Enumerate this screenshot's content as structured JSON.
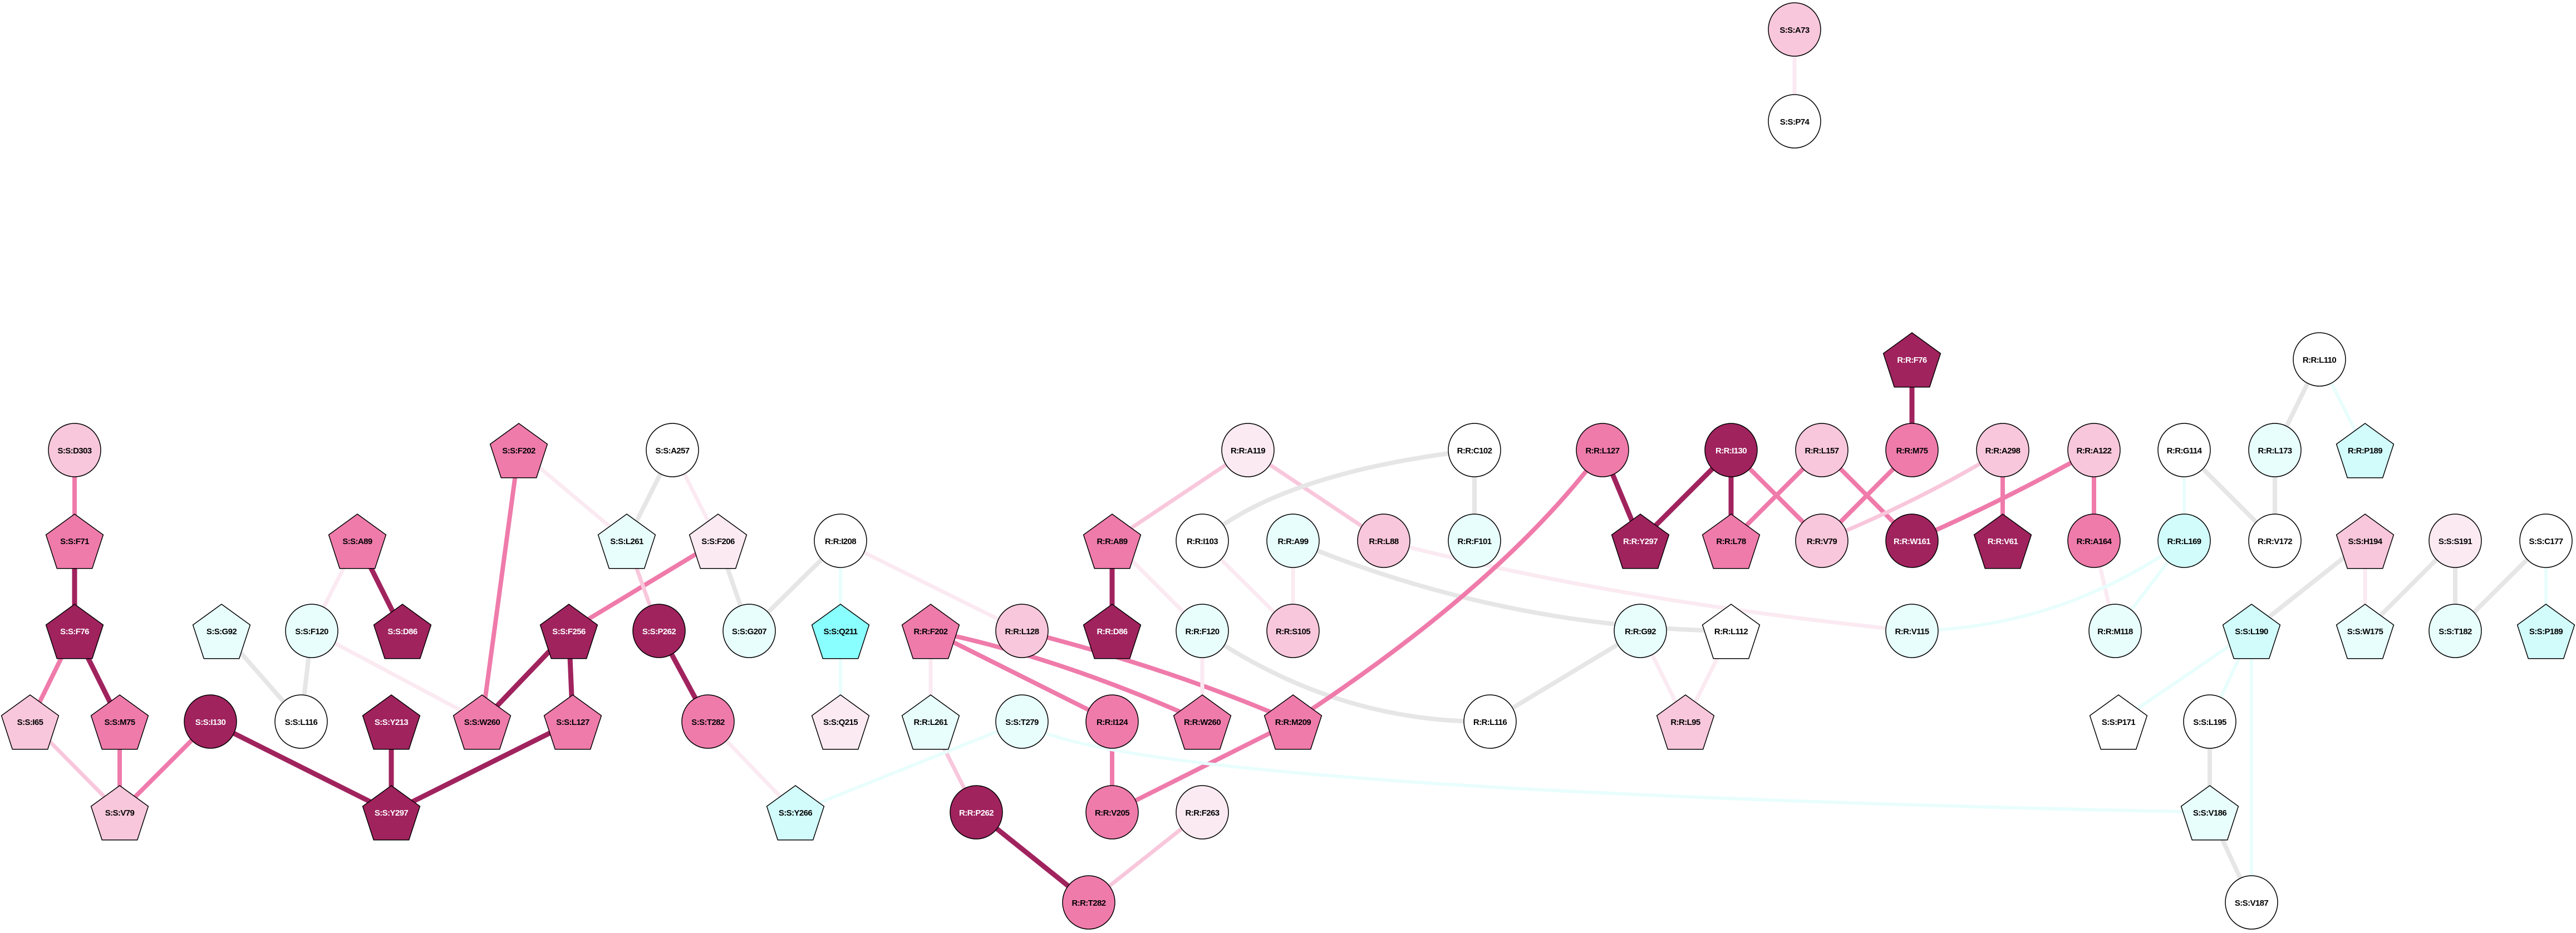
{
  "palette": {
    "dark": "#A0235E",
    "mid": "#EF7BAB",
    "light": "#F8C7DB",
    "vlight": "#FBEAF1",
    "white": "#FFFFFF",
    "lcyan": "#E8FEFD",
    "cyan": "#D2FCFC",
    "bcyan": "#8AFFFF",
    "grey": "#E6E6E6"
  },
  "nodes": [
    {
      "label": "S:S:A73",
      "shape": "circle",
      "fill": "light"
    },
    {
      "label": "S:S:P74",
      "shape": "circle",
      "fill": "white"
    },
    {
      "label": "S:S:D303",
      "shape": "circle",
      "fill": "light"
    },
    {
      "label": "S:S:F71",
      "shape": "pentagon",
      "fill": "mid"
    },
    {
      "label": "S:S:F76",
      "shape": "pentagon",
      "fill": "dark"
    },
    {
      "label": "S:S:I65",
      "shape": "pentagon",
      "fill": "light"
    },
    {
      "label": "S:S:M75",
      "shape": "pentagon",
      "fill": "mid"
    },
    {
      "label": "S:S:V79",
      "shape": "pentagon",
      "fill": "light"
    },
    {
      "label": "S:S:I130",
      "shape": "circle",
      "fill": "dark"
    },
    {
      "label": "S:S:Y297",
      "shape": "pentagon",
      "fill": "dark"
    },
    {
      "label": "S:S:Y213",
      "shape": "pentagon",
      "fill": "dark"
    },
    {
      "label": "S:S:G92",
      "shape": "pentagon",
      "fill": "lcyan"
    },
    {
      "label": "S:S:F120",
      "shape": "circle",
      "fill": "lcyan"
    },
    {
      "label": "S:S:L116",
      "shape": "circle",
      "fill": "white"
    },
    {
      "label": "S:S:A89",
      "shape": "pentagon",
      "fill": "mid"
    },
    {
      "label": "S:S:D86",
      "shape": "pentagon",
      "fill": "dark"
    },
    {
      "label": "S:S:F202",
      "shape": "pentagon",
      "fill": "mid"
    },
    {
      "label": "S:S:W260",
      "shape": "pentagon",
      "fill": "mid"
    },
    {
      "label": "S:S:L261",
      "shape": "pentagon",
      "fill": "lcyan"
    },
    {
      "label": "S:S:A257",
      "shape": "circle",
      "fill": "white"
    },
    {
      "label": "S:S:F206",
      "shape": "pentagon",
      "fill": "vlight"
    },
    {
      "label": "S:S:F256",
      "shape": "pentagon",
      "fill": "dark"
    },
    {
      "label": "S:S:L127",
      "shape": "pentagon",
      "fill": "mid"
    },
    {
      "label": "S:S:P262",
      "shape": "circle",
      "fill": "dark"
    },
    {
      "label": "S:S:T282",
      "shape": "circle",
      "fill": "mid"
    },
    {
      "label": "S:S:G207",
      "shape": "circle",
      "fill": "lcyan"
    },
    {
      "label": "S:S:Q211",
      "shape": "pentagon",
      "fill": "bcyan"
    },
    {
      "label": "S:S:Q215",
      "shape": "pentagon",
      "fill": "vlight"
    },
    {
      "label": "S:S:T279",
      "shape": "circle",
      "fill": "lcyan"
    },
    {
      "label": "S:S:Y266",
      "shape": "pentagon",
      "fill": "cyan"
    },
    {
      "label": "S:S:H194",
      "shape": "pentagon",
      "fill": "light"
    },
    {
      "label": "S:S:S191",
      "shape": "circle",
      "fill": "vlight"
    },
    {
      "label": "S:S:C177",
      "shape": "circle",
      "fill": "white"
    },
    {
      "label": "S:S:W175",
      "shape": "pentagon",
      "fill": "lcyan"
    },
    {
      "label": "S:S:T182",
      "shape": "circle",
      "fill": "lcyan"
    },
    {
      "label": "S:S:P189",
      "shape": "pentagon",
      "fill": "cyan"
    },
    {
      "label": "S:S:L190",
      "shape": "pentagon",
      "fill": "cyan"
    },
    {
      "label": "S:S:P171",
      "shape": "pentagon",
      "fill": "white"
    },
    {
      "label": "S:S:L195",
      "shape": "circle",
      "fill": "white"
    },
    {
      "label": "S:S:V186",
      "shape": "pentagon",
      "fill": "lcyan"
    },
    {
      "label": "S:S:V187",
      "shape": "circle",
      "fill": "white"
    },
    {
      "label": "R:R:I208",
      "shape": "circle",
      "fill": "white"
    },
    {
      "label": "R:R:F202",
      "shape": "pentagon",
      "fill": "mid"
    },
    {
      "label": "R:R:L128",
      "shape": "circle",
      "fill": "light"
    },
    {
      "label": "R:R:A119",
      "shape": "circle",
      "fill": "vlight"
    },
    {
      "label": "R:R:A89",
      "shape": "pentagon",
      "fill": "mid"
    },
    {
      "label": "R:R:D86",
      "shape": "pentagon",
      "fill": "dark"
    },
    {
      "label": "R:R:I103",
      "shape": "circle",
      "fill": "white"
    },
    {
      "label": "R:R:A99",
      "shape": "circle",
      "fill": "lcyan"
    },
    {
      "label": "R:R:L88",
      "shape": "circle",
      "fill": "light"
    },
    {
      "label": "R:R:C102",
      "shape": "circle",
      "fill": "white"
    },
    {
      "label": "R:R:F101",
      "shape": "circle",
      "fill": "lcyan"
    },
    {
      "label": "R:R:L127",
      "shape": "circle",
      "fill": "mid"
    },
    {
      "label": "R:R:Y297",
      "shape": "pentagon",
      "fill": "dark"
    },
    {
      "label": "R:R:F120",
      "shape": "circle",
      "fill": "lcyan"
    },
    {
      "label": "R:R:S105",
      "shape": "circle",
      "fill": "light"
    },
    {
      "label": "R:R:G92",
      "shape": "circle",
      "fill": "lcyan"
    },
    {
      "label": "R:R:L261",
      "shape": "pentagon",
      "fill": "lcyan"
    },
    {
      "label": "R:R:I124",
      "shape": "circle",
      "fill": "mid"
    },
    {
      "label": "R:R:W260",
      "shape": "pentagon",
      "fill": "mid"
    },
    {
      "label": "R:R:M209",
      "shape": "pentagon",
      "fill": "mid"
    },
    {
      "label": "R:R:L116",
      "shape": "circle",
      "fill": "white"
    },
    {
      "label": "R:R:P262",
      "shape": "circle",
      "fill": "dark"
    },
    {
      "label": "R:R:V205",
      "shape": "circle",
      "fill": "mid"
    },
    {
      "label": "R:R:F263",
      "shape": "circle",
      "fill": "vlight"
    },
    {
      "label": "R:R:T282",
      "shape": "circle",
      "fill": "mid"
    },
    {
      "label": "R:R:F76",
      "shape": "pentagon",
      "fill": "dark"
    },
    {
      "label": "R:R:L110",
      "shape": "circle",
      "fill": "white"
    },
    {
      "label": "R:R:I130",
      "shape": "circle",
      "fill": "dark"
    },
    {
      "label": "R:R:L157",
      "shape": "circle",
      "fill": "light"
    },
    {
      "label": "R:R:M75",
      "shape": "circle",
      "fill": "mid"
    },
    {
      "label": "R:R:A298",
      "shape": "circle",
      "fill": "light"
    },
    {
      "label": "R:R:A122",
      "shape": "circle",
      "fill": "light"
    },
    {
      "label": "R:R:G114",
      "shape": "circle",
      "fill": "white"
    },
    {
      "label": "R:R:L173",
      "shape": "circle",
      "fill": "lcyan"
    },
    {
      "label": "R:R:P189",
      "shape": "pentagon",
      "fill": "cyan"
    },
    {
      "label": "R:R:L78",
      "shape": "pentagon",
      "fill": "mid"
    },
    {
      "label": "R:R:V79",
      "shape": "circle",
      "fill": "light"
    },
    {
      "label": "R:R:W161",
      "shape": "circle",
      "fill": "dark"
    },
    {
      "label": "R:R:V61",
      "shape": "pentagon",
      "fill": "dark"
    },
    {
      "label": "R:R:A164",
      "shape": "circle",
      "fill": "mid"
    },
    {
      "label": "R:R:L169",
      "shape": "circle",
      "fill": "cyan"
    },
    {
      "label": "R:R:V172",
      "shape": "circle",
      "fill": "white"
    },
    {
      "label": "R:R:L112",
      "shape": "pentagon",
      "fill": "white"
    },
    {
      "label": "R:R:V115",
      "shape": "circle",
      "fill": "lcyan"
    },
    {
      "label": "R:R:M118",
      "shape": "circle",
      "fill": "lcyan"
    },
    {
      "label": "R:R:L95",
      "shape": "pentagon",
      "fill": "light"
    }
  ],
  "edges": [
    [
      "S:S:A73",
      "S:S:P74",
      "vlight"
    ],
    [
      "S:S:D303",
      "S:S:F71",
      "mid"
    ],
    [
      "S:S:F71",
      "S:S:F76",
      "dark"
    ],
    [
      "S:S:F76",
      "S:S:I65",
      "mid"
    ],
    [
      "S:S:F76",
      "S:S:M75",
      "dark"
    ],
    [
      "S:S:I65",
      "S:S:V79",
      "light"
    ],
    [
      "S:S:M75",
      "S:S:V79",
      "mid"
    ],
    [
      "S:S:I130",
      "S:S:V79",
      "mid"
    ],
    [
      "S:S:I130",
      "S:S:Y297",
      "dark"
    ],
    [
      "S:S:Y213",
      "S:S:Y297",
      "dark"
    ],
    [
      "S:S:L127",
      "S:S:Y297",
      "dark"
    ],
    [
      "S:S:G92",
      "S:S:L116",
      "grey"
    ],
    [
      "S:S:F120",
      "S:S:L116",
      "grey"
    ],
    [
      "S:S:A89",
      "S:S:F120",
      "vlight"
    ],
    [
      "S:S:A89",
      "S:S:D86",
      "dark"
    ],
    [
      "S:S:F120",
      "S:S:W260",
      "vlight"
    ],
    [
      "S:S:F202",
      "S:S:W260",
      "mid"
    ],
    [
      "S:S:F202",
      "S:S:L261",
      "vlight"
    ],
    [
      "S:S:A257",
      "S:S:L261",
      "grey"
    ],
    [
      "S:S:A257",
      "S:S:F206",
      "vlight"
    ],
    [
      "S:S:F206",
      "S:S:F256",
      "mid"
    ],
    [
      "S:S:F206",
      "S:S:G207",
      "grey"
    ],
    [
      "S:S:L261",
      "S:S:P262",
      "light"
    ],
    [
      "S:S:F256",
      "S:S:W260",
      "dark"
    ],
    [
      "S:S:F256",
      "S:S:L127",
      "dark"
    ],
    [
      "S:S:P262",
      "S:S:T282",
      "dark"
    ],
    [
      "S:S:T282",
      "S:S:Y266",
      "vlight"
    ],
    [
      "S:S:G207",
      "R:R:I208",
      "grey"
    ],
    [
      "R:R:I208",
      "S:S:Q211",
      "lcyan"
    ],
    [
      "R:R:I208",
      "R:R:L128",
      "vlight"
    ],
    [
      "S:S:Q211",
      "S:S:Q215",
      "lcyan"
    ],
    [
      "R:R:F202",
      "R:R:L261",
      "vlight"
    ],
    [
      "R:R:F202",
      "R:R:I124",
      "mid"
    ],
    [
      "R:R:F202",
      "R:R:W260",
      "mid"
    ],
    [
      "R:R:L128",
      "R:R:M209",
      "mid"
    ],
    [
      "R:R:A119",
      "R:R:A89",
      "light"
    ],
    [
      "R:R:A119",
      "R:R:L88",
      "light"
    ],
    [
      "R:R:A89",
      "R:R:D86",
      "dark"
    ],
    [
      "R:R:A89",
      "R:R:F120",
      "vlight"
    ],
    [
      "R:R:C102",
      "R:R:I103",
      "grey"
    ],
    [
      "R:R:C102",
      "R:R:F101",
      "grey"
    ],
    [
      "R:R:I103",
      "R:R:S105",
      "vlight"
    ],
    [
      "R:R:A99",
      "R:R:S105",
      "vlight"
    ],
    [
      "R:R:A99",
      "R:R:L112",
      "grey"
    ],
    [
      "R:R:L88",
      "R:R:V115",
      "vlight"
    ],
    [
      "R:R:F120",
      "R:R:W260",
      "vlight"
    ],
    [
      "R:R:F120",
      "R:R:L116",
      "grey"
    ],
    [
      "R:R:L127",
      "R:R:M209",
      "mid"
    ],
    [
      "R:R:L127",
      "R:R:Y297",
      "dark"
    ],
    [
      "R:R:I124",
      "R:R:V205",
      "mid"
    ],
    [
      "R:R:M209",
      "R:R:V205",
      "mid"
    ],
    [
      "R:R:L261",
      "R:R:P262",
      "light"
    ],
    [
      "R:R:P262",
      "R:R:T282",
      "dark"
    ],
    [
      "R:R:F263",
      "R:R:T282",
      "light"
    ],
    [
      "S:S:T279",
      "S:S:Y266",
      "lcyan"
    ],
    [
      "S:S:T279",
      "S:S:V186",
      "lcyan"
    ],
    [
      "R:R:G92",
      "R:R:L116",
      "grey"
    ],
    [
      "R:R:G92",
      "R:R:L95",
      "vlight"
    ],
    [
      "R:R:L112",
      "R:R:L95",
      "vlight"
    ],
    [
      "R:R:I130",
      "R:R:Y297",
      "dark"
    ],
    [
      "R:R:I130",
      "R:R:L78",
      "dark"
    ],
    [
      "R:R:I130",
      "R:R:V79",
      "mid"
    ],
    [
      "R:R:L157",
      "R:R:L78",
      "mid"
    ],
    [
      "R:R:L157",
      "R:R:W161",
      "mid"
    ],
    [
      "R:R:F76",
      "R:R:M75",
      "dark"
    ],
    [
      "R:R:M75",
      "R:R:V79",
      "mid"
    ],
    [
      "R:R:A298",
      "R:R:V79",
      "light"
    ],
    [
      "R:R:A298",
      "R:R:V61",
      "mid"
    ],
    [
      "R:R:A122",
      "R:R:W161",
      "mid"
    ],
    [
      "R:R:A122",
      "R:R:A164",
      "mid"
    ],
    [
      "R:R:A164",
      "R:R:M118",
      "vlight"
    ],
    [
      "R:R:G114",
      "R:R:L169",
      "lcyan"
    ],
    [
      "R:R:G114",
      "R:R:V172",
      "grey"
    ],
    [
      "R:R:L110",
      "R:R:L173",
      "grey"
    ],
    [
      "R:R:L110",
      "R:R:P189",
      "lcyan"
    ],
    [
      "R:R:L173",
      "R:R:V172",
      "grey"
    ],
    [
      "R:R:L169",
      "R:R:M118",
      "lcyan"
    ],
    [
      "R:R:L169",
      "R:R:V115",
      "lcyan"
    ],
    [
      "S:S:H194",
      "S:S:L190",
      "grey"
    ],
    [
      "S:S:H194",
      "S:S:W175",
      "vlight"
    ],
    [
      "S:S:S191",
      "S:S:W175",
      "grey"
    ],
    [
      "S:S:S191",
      "S:S:T182",
      "grey"
    ],
    [
      "S:S:C177",
      "S:S:T182",
      "grey"
    ],
    [
      "S:S:C177",
      "S:S:P189",
      "lcyan"
    ],
    [
      "S:S:L190",
      "S:S:P171",
      "lcyan"
    ],
    [
      "S:S:L190",
      "S:S:L195",
      "lcyan"
    ],
    [
      "S:S:L190",
      "S:S:V187",
      "lcyan"
    ],
    [
      "S:S:L195",
      "S:S:V186",
      "grey"
    ],
    [
      "S:S:V186",
      "S:S:V187",
      "grey"
    ]
  ]
}
